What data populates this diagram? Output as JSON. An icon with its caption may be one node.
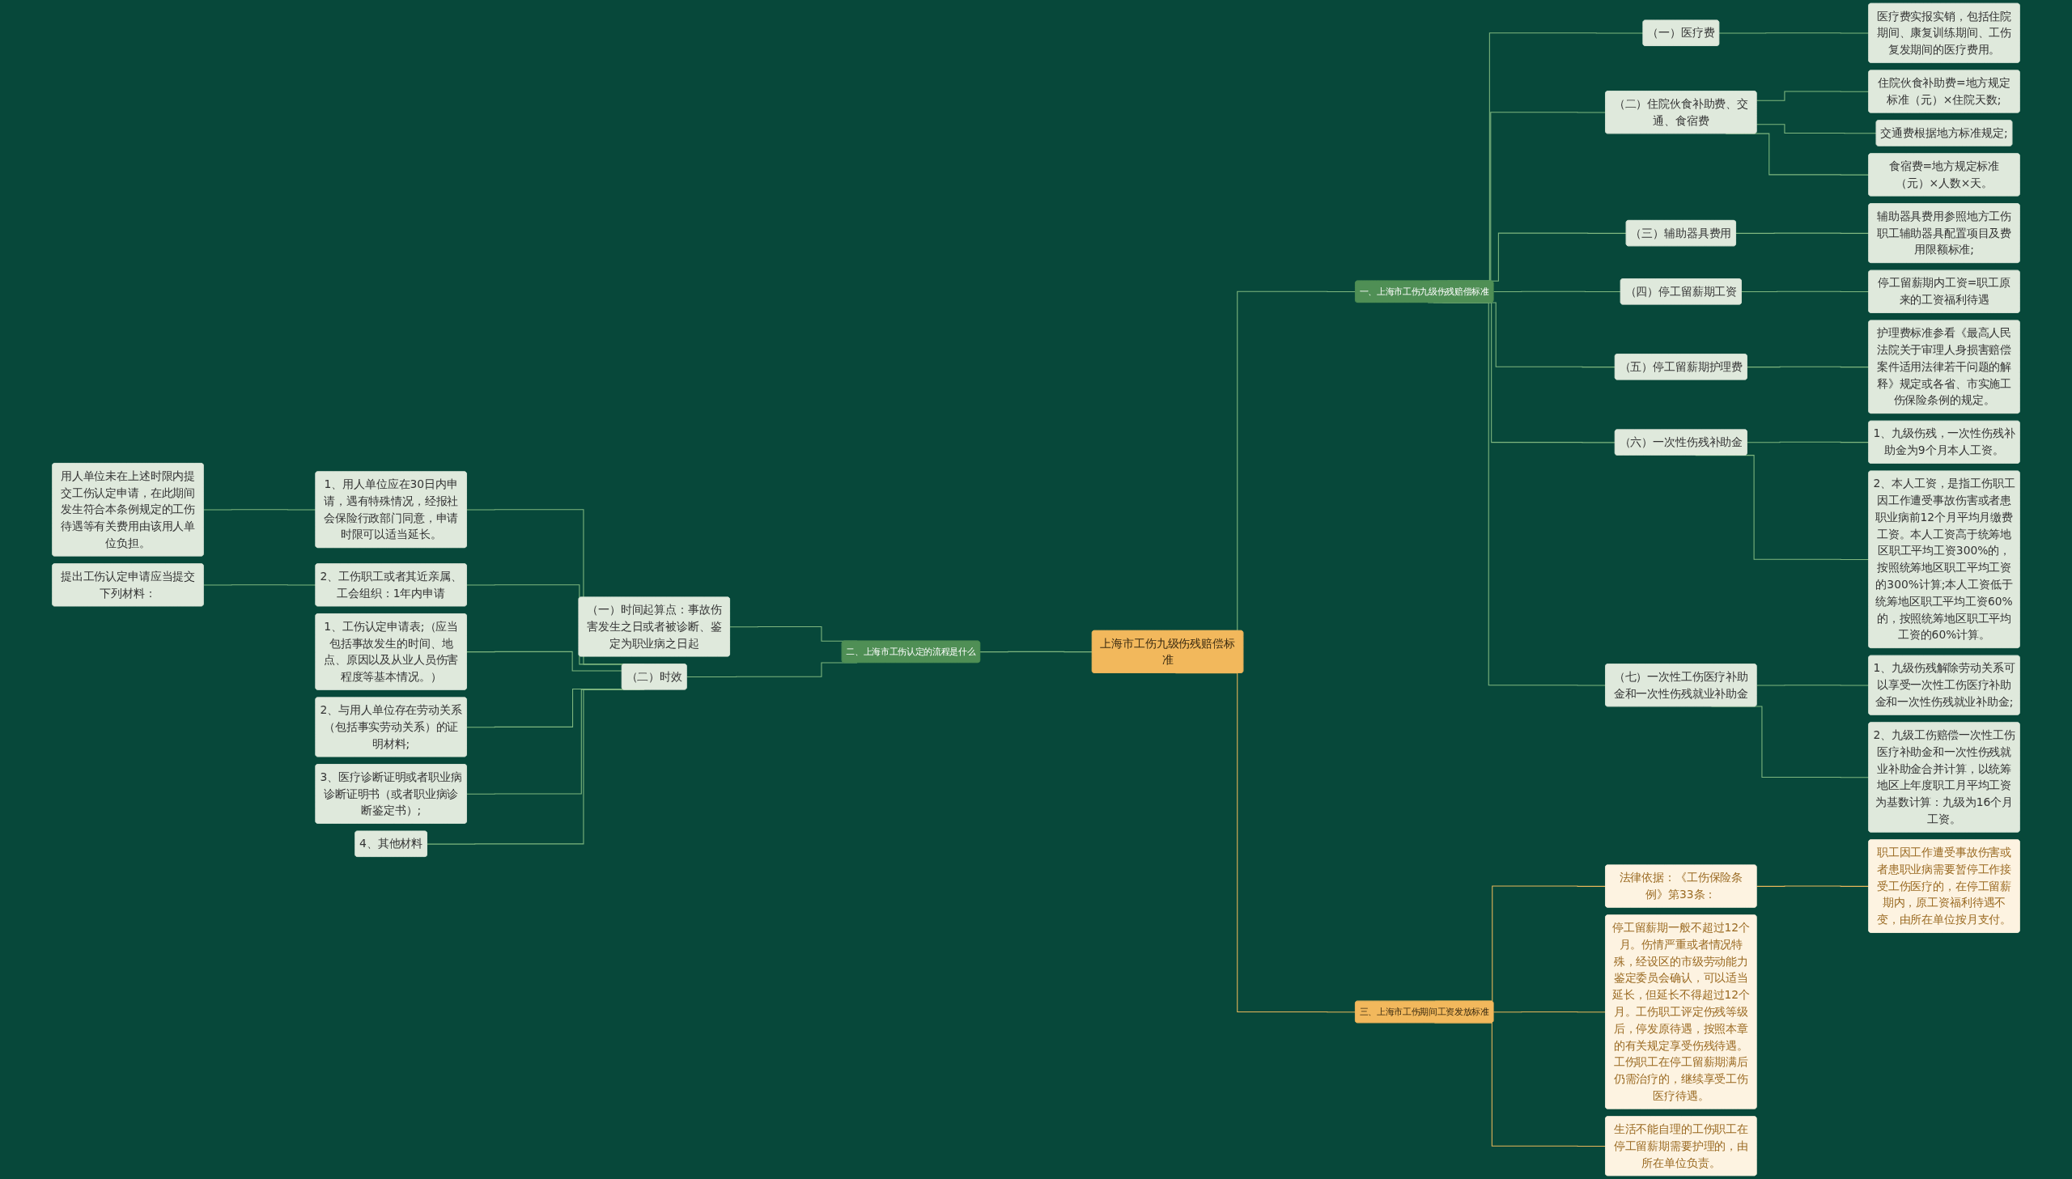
{
  "diagram": {
    "nodes": [
      {
        "text": [
          "上海市工伤九级伤残赔偿标准"
        ]
      },
      {
        "text": [
          "一、上海市工伤九级伤残赔偿标准"
        ]
      },
      {
        "text": [
          "（一）医疗费"
        ]
      },
      {
        "text": [
          "医疗费实报实销，包括住院期间、康复训练期间、工伤复发期间的医疗费用。"
        ]
      },
      {
        "text": [
          "（二）住院伙食补助费、交通、食宿费"
        ]
      },
      {
        "text": [
          "住院伙食补助费=地方规定标准（元）×住院天数;"
        ]
      },
      {
        "text": [
          "交通费根据地方标准规定;"
        ]
      },
      {
        "text": [
          "食宿费=地方规定标准（元）×人数×天。"
        ]
      },
      {
        "text": [
          "（三）辅助器具费用"
        ]
      },
      {
        "text": [
          "辅助器具费用参照地方工伤职工辅助器具配置项目及费用限额标准;"
        ]
      },
      {
        "text": [
          "（四）停工留薪期工资"
        ]
      },
      {
        "text": [
          "停工留薪期内工资=职工原来的工资福利待遇"
        ]
      },
      {
        "text": [
          "（五）停工留薪期护理费"
        ]
      },
      {
        "text": [
          "护理费标准参看《最高人民法院关于审理人身损害赔偿案件适用法律若干问题的解释》规定或各省、市实施工伤保险条例的规定。"
        ]
      },
      {
        "text": [
          "（六）一次性伤残补助金"
        ]
      },
      {
        "text": [
          "1、九级伤残，一次性伤残补助金为9个月本人工资。"
        ]
      },
      {
        "text": [
          "2、本人工资，是指工伤职工因工作遭受事故伤害或者患职业病前12个月平均月缴费工资。本人工资高于统筹地区职工平均工资300%的，按照统筹地区职工平均工资的300%计算;本人工资低于统筹地区职工平均工资60%的，按照统筹地区职工平均工资的60%计算。"
        ]
      },
      {
        "text": [
          "（七）一次性工伤医疗补助金和一次性伤残就业补助金"
        ]
      },
      {
        "text": [
          "1、九级伤残解除劳动关系可以享受一次性工伤医疗补助金和一次性伤残就业补助金;"
        ]
      },
      {
        "text": [
          "2、九级工伤赔偿一次性工伤医疗补助金和一次性伤残就业补助金合并计算，以统筹地区上年度职工月平均工资为基数计算：九级为16个月工资。"
        ]
      },
      {
        "text": [
          "二、上海市工伤认定的流程是什么"
        ]
      },
      {
        "text": [
          "（一）时间起算点：事故伤害发生之日或者被诊断、鉴定为职业病之日起"
        ]
      },
      {
        "text": [
          "（二）时效"
        ]
      },
      {
        "text": [
          "1、用人单位应在30日内申请，遇有特殊情况，经报社会保险行政部门同意，申请时限可以适当延长。"
        ]
      },
      {
        "text": [
          "用人单位未在上述时限内提交工伤认定申请，在此期间发生符合本条例规定的工伤待遇等有关费用由该用人单位负担。"
        ]
      },
      {
        "text": [
          "2、工伤职工或者其近亲属、工会组织：1年内申请"
        ]
      },
      {
        "text": [
          "提出工伤认定申请应当提交下列材料："
        ]
      },
      {
        "text": [
          "1、工伤认定申请表;（应当包括事故发生的时间、地点、原因以及从业人员伤害程度等基本情况。）"
        ]
      },
      {
        "text": [
          "2、与用人单位存在劳动关系（包括事实劳动关系）的证明材料;"
        ]
      },
      {
        "text": [
          "3、医疗诊断证明或者职业病诊断证明书（或者职业病诊断鉴定书）;"
        ]
      },
      {
        "text": [
          "4、其他材料"
        ]
      },
      {
        "text": [
          "三、上海市工伤期间工资发放标准"
        ]
      },
      {
        "text": [
          "法律依据：《工伤保险条例》第33条："
        ]
      },
      {
        "text": [
          "职工因工作遭受事故伤害或者患职业病需要暂停工作接受工伤医疗的，在停工留薪期内，原工资福利待遇不变，由所在单位按月支付。"
        ]
      },
      {
        "text": [
          "停工留薪期一般不超过12个月。伤情严重或者情况特殊，经设区的市级劳动能力鉴定委员会确认，可以适当延长，但延长不得超过12个月。工伤职工评定伤残等级后，停发原待遇，按照本章的有关规定享受伤残待遇。工伤职工在停工留薪期满后仍需治疗的，继续享受工伤医疗待遇。"
        ]
      },
      {
        "text": [
          "生活不能自理的工伤职工在停工留薪期需要护理的，由所在单位负责。"
        ]
      }
    ],
    "edges": [
      {
        "from": 0,
        "to": 1,
        "arrow": "none"
      },
      {
        "from": 1,
        "to": 2,
        "arrow": "none"
      },
      {
        "from": 2,
        "to": 3,
        "arrow": "none"
      },
      {
        "from": 1,
        "to": 4,
        "arrow": "none"
      },
      {
        "from": 4,
        "to": 5,
        "arrow": "none"
      },
      {
        "from": 4,
        "to": 6,
        "arrow": "none"
      },
      {
        "from": 4,
        "to": 7,
        "arrow": "none"
      },
      {
        "from": 1,
        "to": 8,
        "arrow": "none"
      },
      {
        "from": 8,
        "to": 9,
        "arrow": "none"
      },
      {
        "from": 1,
        "to": 10,
        "arrow": "none"
      },
      {
        "from": 10,
        "to": 11,
        "arrow": "none"
      },
      {
        "from": 1,
        "to": 12,
        "arrow": "none"
      },
      {
        "from": 12,
        "to": 13,
        "arrow": "none"
      },
      {
        "from": 1,
        "to": 14,
        "arrow": "none"
      },
      {
        "from": 14,
        "to": 15,
        "arrow": "none"
      },
      {
        "from": 14,
        "to": 16,
        "arrow": "none"
      },
      {
        "from": 1,
        "to": 17,
        "arrow": "none"
      },
      {
        "from": 17,
        "to": 18,
        "arrow": "none"
      },
      {
        "from": 17,
        "to": 19,
        "arrow": "none"
      },
      {
        "from": 20,
        "to": 0,
        "arrow": "none"
      },
      {
        "from": 21,
        "to": 20,
        "arrow": "none"
      },
      {
        "from": 22,
        "to": 20,
        "arrow": "none"
      },
      {
        "from": 23,
        "to": 22,
        "arrow": "none"
      },
      {
        "from": 24,
        "to": 23,
        "arrow": "none"
      },
      {
        "from": 25,
        "to": 22,
        "arrow": "none"
      },
      {
        "from": 26,
        "to": 25,
        "arrow": "none"
      },
      {
        "from": 27,
        "to": 22,
        "arrow": "none"
      },
      {
        "from": 28,
        "to": 22,
        "arrow": "none"
      },
      {
        "from": 29,
        "to": 22,
        "arrow": "none"
      },
      {
        "from": 30,
        "to": 22,
        "arrow": "none"
      },
      {
        "from": 0,
        "to": 31,
        "arrow": "none",
        "color": "#e8b75a"
      },
      {
        "from": 31,
        "to": 32,
        "arrow": "none",
        "color": "#e8b75a"
      },
      {
        "from": 32,
        "to": 33,
        "arrow": "none",
        "color": "#e8b75a"
      },
      {
        "from": 31,
        "to": 34,
        "arrow": "none",
        "color": "#e8b75a"
      },
      {
        "from": 31,
        "to": 35,
        "arrow": "none",
        "color": "#e8b75a"
      }
    ]
  }
}
